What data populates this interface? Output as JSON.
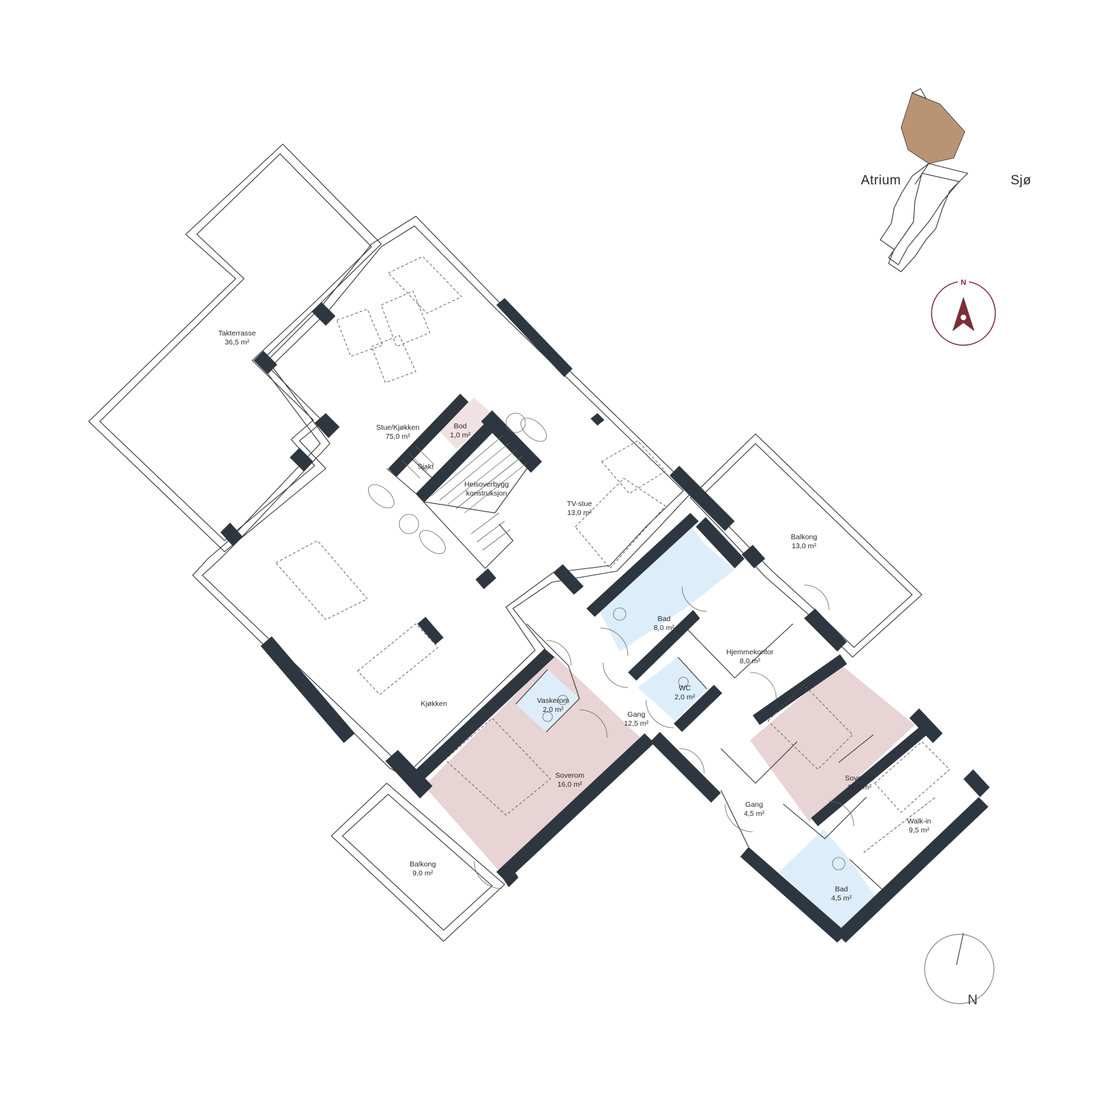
{
  "rooms": {
    "takterrasse": {
      "name": "Takterrasse",
      "area": "36,5 m²"
    },
    "stue": {
      "name": "Stue/Kjøkken",
      "area": "75,0 m²"
    },
    "bod": {
      "name": "Bod",
      "area": "1,0 m²"
    },
    "sjakt": {
      "name": "Sjakt"
    },
    "heis": {
      "name": "Heisoverbygg",
      "sub": "konstruksjon"
    },
    "tvstue": {
      "name": "TV-stue",
      "area": "13,0 m²"
    },
    "balkong_east": {
      "name": "Balkong",
      "area": "13,0 m²"
    },
    "bad_main": {
      "name": "Bad",
      "area": "8,0 m²"
    },
    "hjemmekontor": {
      "name": "Hjemmekontor",
      "area": "8,0 m²"
    },
    "wc": {
      "name": "WC",
      "area": "2,0 m²"
    },
    "kjokken": {
      "name": "Kjøkken"
    },
    "vaskerom": {
      "name": "Vaskerom",
      "area": "2,0 m²"
    },
    "gang_main": {
      "name": "Gang",
      "area": "12,5 m²"
    },
    "soverom_main": {
      "name": "Soverom",
      "area": "16,0 m²"
    },
    "soverom_small": {
      "name": "Soverom",
      "area": "11,0 m²"
    },
    "gang_small": {
      "name": "Gang",
      "area": "4,5 m²"
    },
    "walkin": {
      "name": "Walk-in",
      "area": "9,5 m²"
    },
    "bad_small": {
      "name": "Bad",
      "area": "4,5 m²"
    },
    "balkong_south": {
      "name": "Balkong",
      "area": "9,0 m²"
    }
  },
  "keyplan": {
    "left_label": "Atrium",
    "right_label": "Sjø",
    "highlight_color": "#b99474"
  },
  "compass_top": {
    "letter": "N",
    "color": "#7a2e35"
  },
  "compass_bottom": {
    "letter": "N"
  },
  "colors": {
    "wet_room": "#ddeefa",
    "bedroom": "#e8d4d4",
    "wall": "#2e3640"
  }
}
